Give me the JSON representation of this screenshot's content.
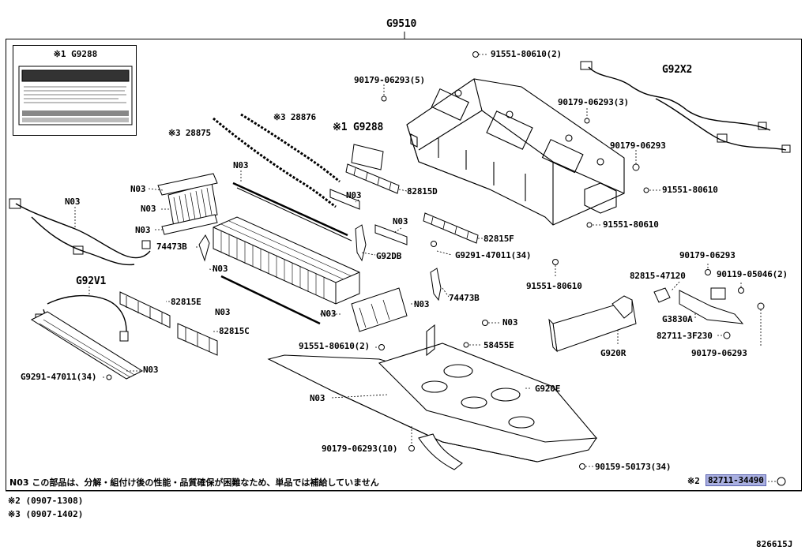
{
  "diagram": {
    "top_label": "G9510",
    "label_box_title": "※1 G9288",
    "callouts": [
      {
        "text": "91551-80610(2)"
      },
      {
        "text": "90179-06293(5)"
      },
      {
        "text": "G92X2",
        "big": true
      },
      {
        "text": "90179-06293(3)"
      },
      {
        "text": "※3 28876"
      },
      {
        "text": "※3 28875"
      },
      {
        "text": "※1 G9288",
        "big": true
      },
      {
        "text": "90179-06293"
      },
      {
        "text": "N03"
      },
      {
        "text": "N03"
      },
      {
        "text": "91551-80610"
      },
      {
        "text": "N03"
      },
      {
        "text": "82815D"
      },
      {
        "text": "N03"
      },
      {
        "text": "N03"
      },
      {
        "text": "N03"
      },
      {
        "text": "91551-80610"
      },
      {
        "text": "N03"
      },
      {
        "text": "82815F"
      },
      {
        "text": "74473B"
      },
      {
        "text": "G92DB"
      },
      {
        "text": "G9291-47011(34)"
      },
      {
        "text": "90179-06293"
      },
      {
        "text": "N03"
      },
      {
        "text": "82815-47120"
      },
      {
        "text": "90119-05046(2)"
      },
      {
        "text": "91551-80610"
      },
      {
        "text": "G92V1",
        "big": true
      },
      {
        "text": "74473B"
      },
      {
        "text": "N03"
      },
      {
        "text": "82815E"
      },
      {
        "text": "N03"
      },
      {
        "text": "N03"
      },
      {
        "text": "G3830A"
      },
      {
        "text": "N03"
      },
      {
        "text": "82815C"
      },
      {
        "text": "82711-3F230"
      },
      {
        "text": "90179-06293"
      },
      {
        "text": "91551-80610(2)"
      },
      {
        "text": "58455E"
      },
      {
        "text": "G920R"
      },
      {
        "text": "N03"
      },
      {
        "text": "G9291-47011(34)"
      },
      {
        "text": "G920E"
      },
      {
        "text": "N03"
      },
      {
        "text": "90179-06293(10)"
      },
      {
        "text": "90159-50173(34)"
      },
      {
        "text": "82711-34490",
        "highlight": true
      }
    ],
    "bottom_note_code": "N03",
    "bottom_note": "この部品は、分解・組付け後の性能・品質確保が困難なため、単品では補給していません",
    "star2_mark": "※2",
    "footnotes": [
      "※2 (0907-1308)",
      "※3 (0907-1402)"
    ],
    "diagram_id": "826615J"
  }
}
